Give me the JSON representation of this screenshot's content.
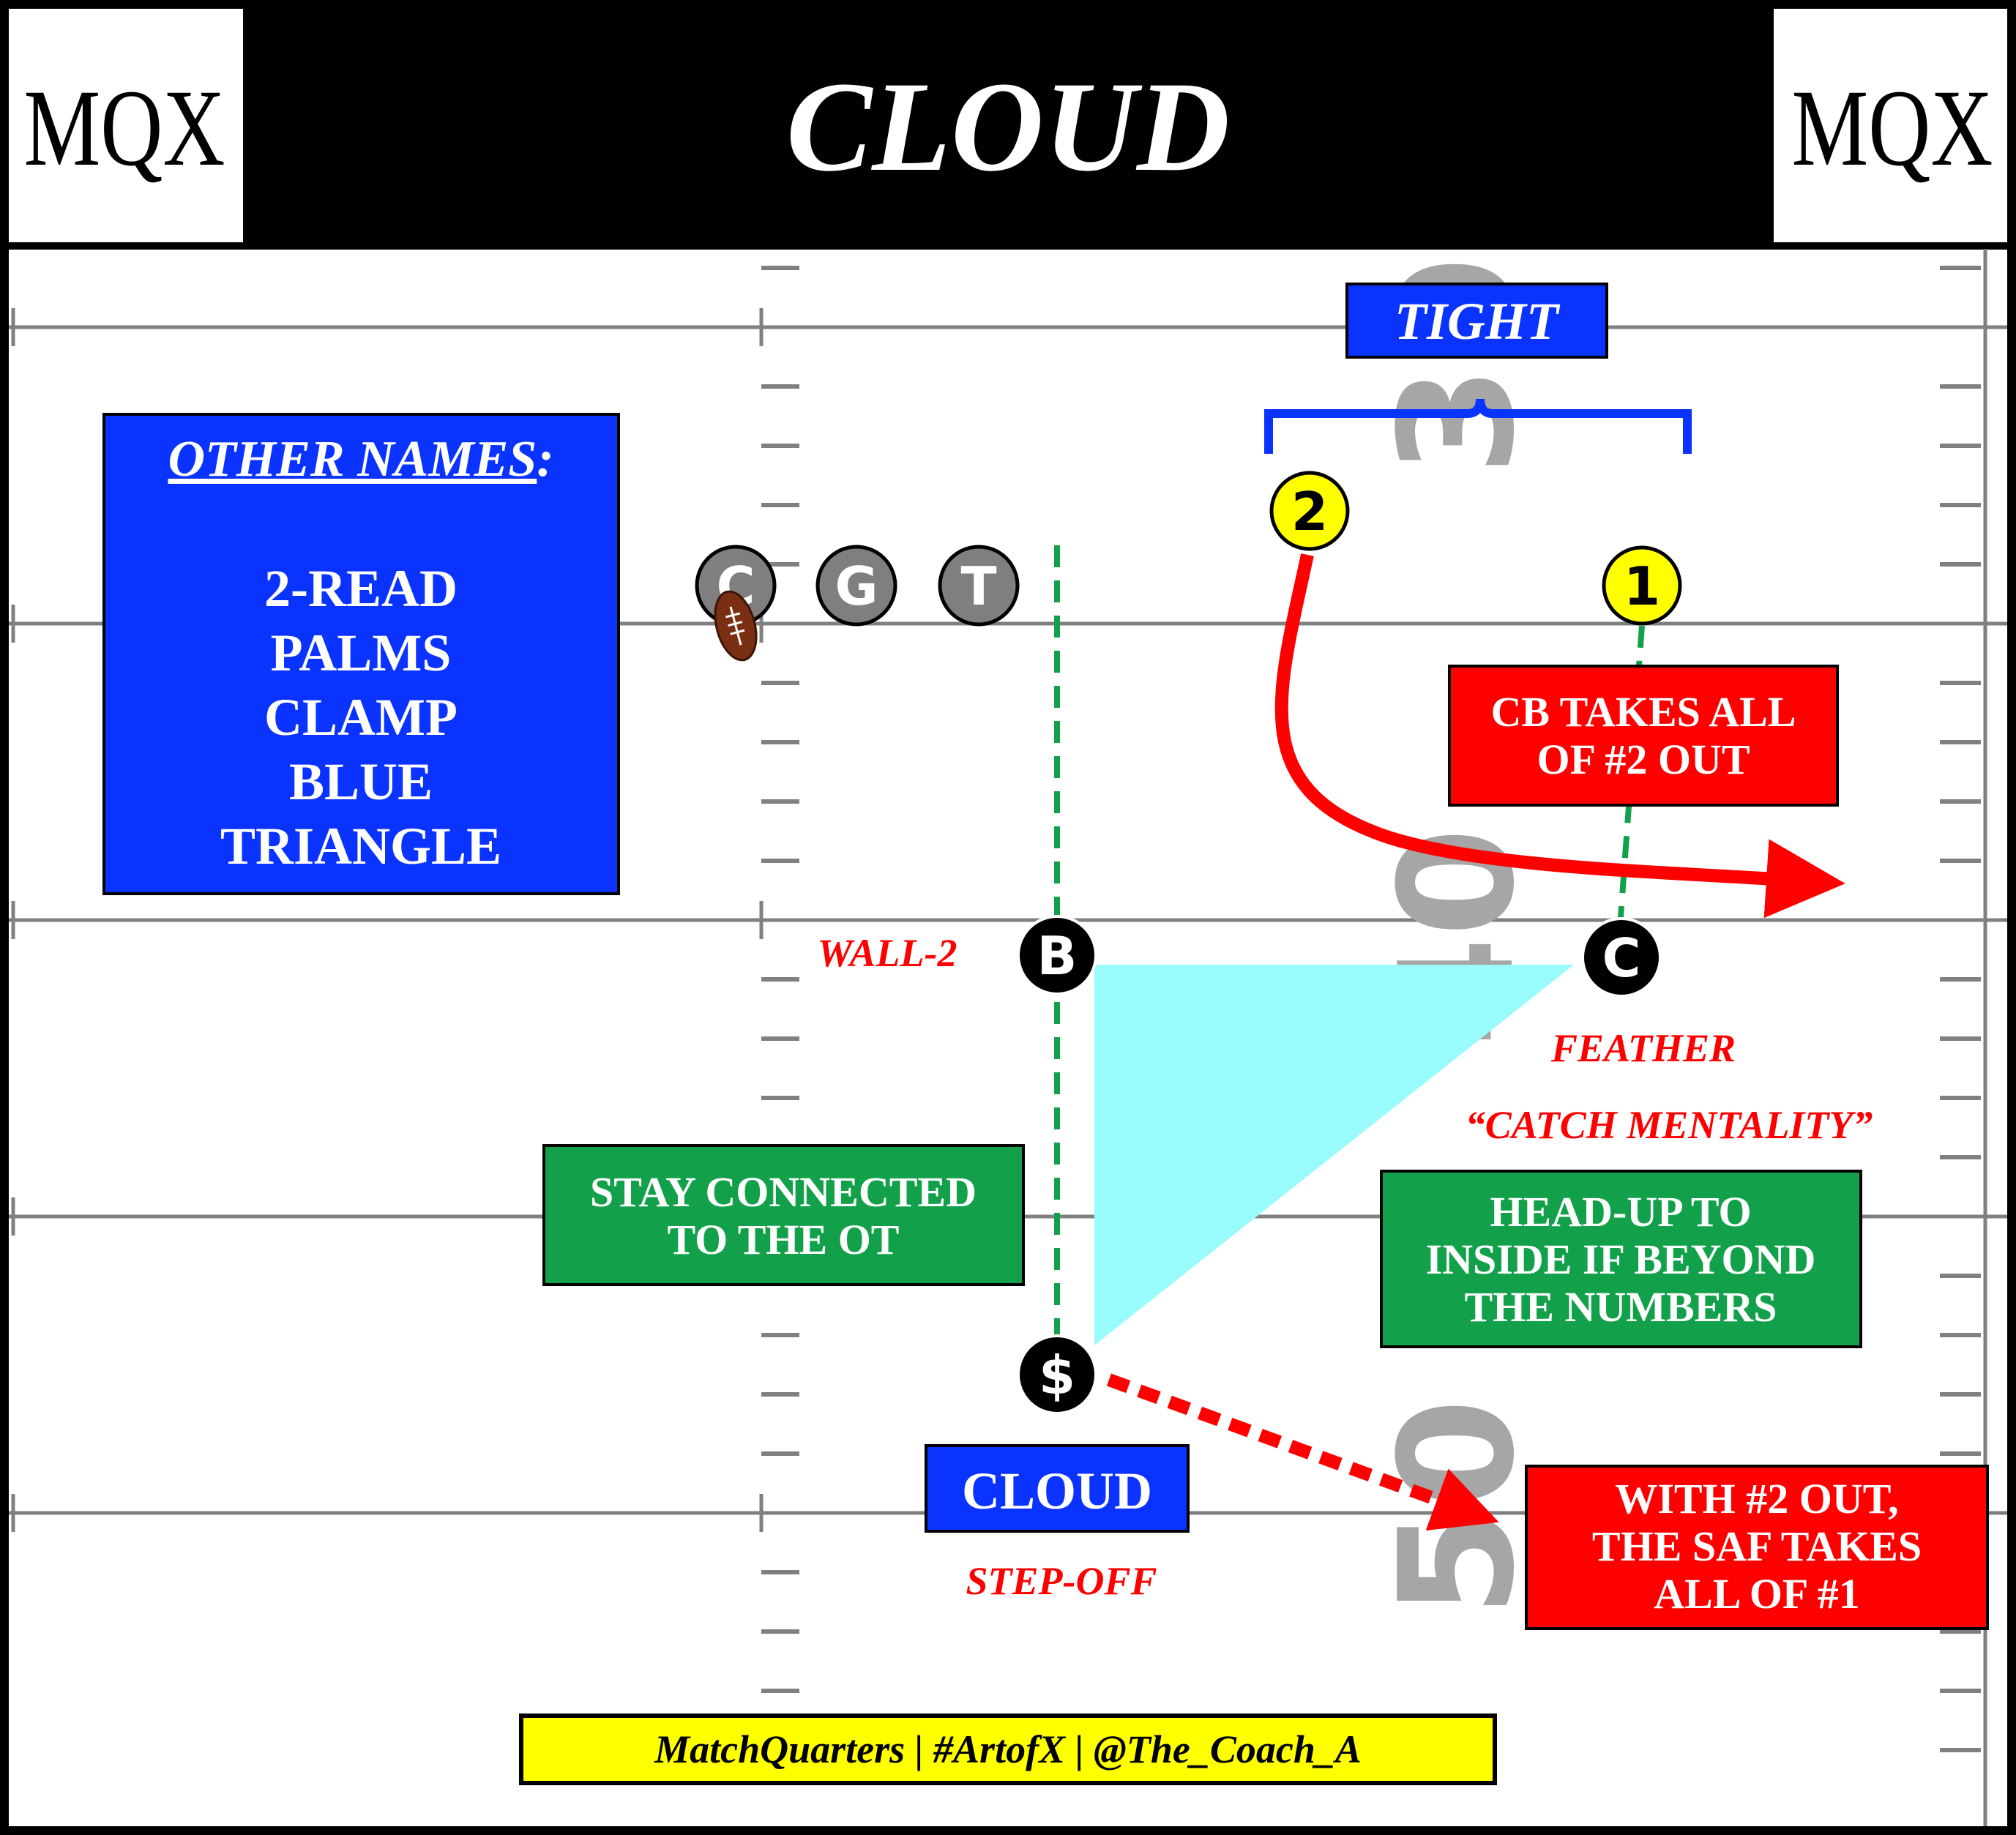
{
  "header": {
    "title": "CLOUD",
    "logo_left": "MQX",
    "logo_right": "MQX"
  },
  "field": {
    "yard_numbers": [
      "30",
      "40",
      "50"
    ]
  },
  "other_names": {
    "heading": "OTHER NAMES",
    "colon": ":",
    "items": [
      "2-READ",
      "PALMS",
      "CLAMP",
      "BLUE",
      "TRIANGLE"
    ]
  },
  "offense": {
    "linemen": [
      "C",
      "G",
      "T"
    ],
    "receiver_2": "2",
    "receiver_1": "1"
  },
  "defense": {
    "b": "B",
    "c": "C",
    "s": "$"
  },
  "labels": {
    "tight": "TIGHT",
    "cloud": "CLOUD",
    "wall": "WALL-2",
    "feather": "FEATHER",
    "catch_mentality": "“CATCH MENTALITY”",
    "step_off": "STEP-OFF"
  },
  "notes": {
    "cb": [
      "CB TAKES ALL",
      "OF #2 OUT"
    ],
    "stay": [
      "STAY CONNECTED",
      "TO THE OT"
    ],
    "head_up": [
      "HEAD-UP TO",
      "INSIDE IF BEYOND",
      "THE NUMBERS"
    ],
    "saf": [
      "WITH #2 OUT,",
      "THE SAF TAKES",
      "ALL OF #1"
    ]
  },
  "footer": "MatchQuarters | #ArtofX | @The_Coach_A",
  "colors": {
    "blue": "#0a33ff",
    "red": "#ff0000",
    "green": "#12a14a",
    "yellow": "#ffff00",
    "cyan": "#99fbfb",
    "gray": "#7f7f7f",
    "black": "#000000"
  }
}
